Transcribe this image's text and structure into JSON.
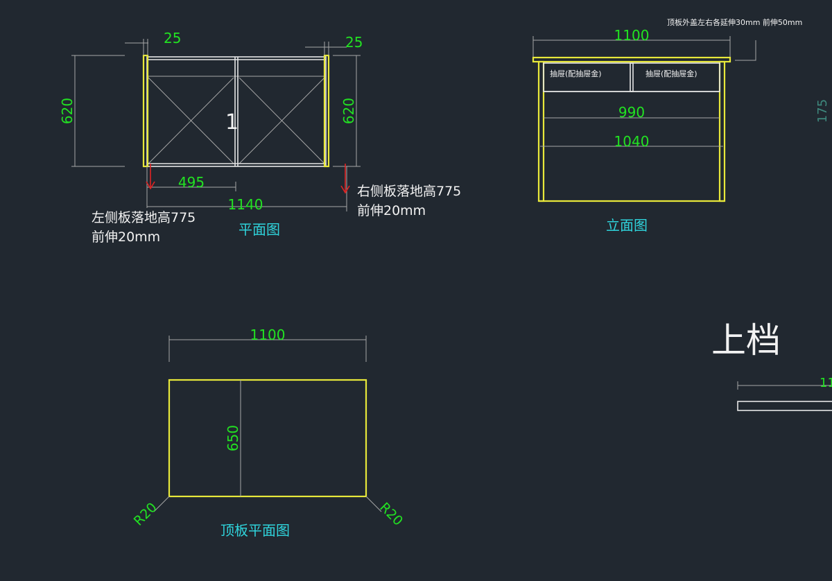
{
  "plan": {
    "title": "平面图",
    "dim_left_offset": "25",
    "dim_right_offset": "25",
    "dim_depth_left": "620",
    "dim_depth_right": "620",
    "dim_door": "495",
    "dim_total": "1140",
    "door_number": "1",
    "note_left_line1": "左侧板落地高775",
    "note_left_line2": "前伸20mm",
    "note_right_line1": "右侧板落地高775",
    "note_right_line2": "前伸20mm"
  },
  "elevation": {
    "title": "立面图",
    "dim_top": "1100",
    "dim_inner": "990",
    "dim_mid": "1040",
    "drawer_left": "抽屉(配抽屉金)",
    "drawer_right": "抽屉(配抽屉金)",
    "top_note": "顶板外盖左右各延伸30mm  前伸50mm",
    "side_dim": "175"
  },
  "top_plan": {
    "title": "顶板平面图",
    "dim_width": "1100",
    "dim_depth": "650",
    "radius_left": "R20",
    "radius_right": "R20"
  },
  "right_section": {
    "heading": "上档",
    "dim_partial": "11"
  },
  "colors": {
    "background": "#212830",
    "dimension": "#22e222",
    "outline": "#e8e83a",
    "title": "#2fd4dc",
    "note": "#f2f2f2",
    "arrow": "#e02424"
  }
}
